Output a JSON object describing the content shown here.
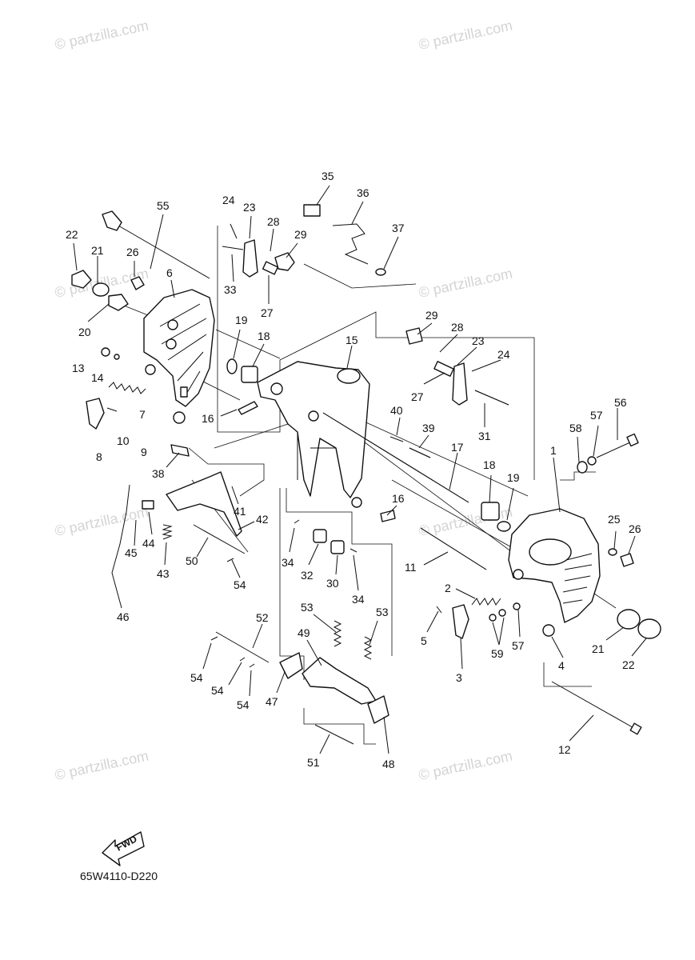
{
  "diagram": {
    "code": "65W4110-D220",
    "fwd_label": "FWD",
    "watermark": "© partzilla.com"
  },
  "callouts": [
    {
      "id": "55",
      "label": "55"
    },
    {
      "id": "22a",
      "label": "22"
    },
    {
      "id": "21a",
      "label": "21"
    },
    {
      "id": "26a",
      "label": "26"
    },
    {
      "id": "6",
      "label": "6"
    },
    {
      "id": "20",
      "label": "20"
    },
    {
      "id": "13",
      "label": "13"
    },
    {
      "id": "14",
      "label": "14"
    },
    {
      "id": "7",
      "label": "7"
    },
    {
      "id": "10",
      "label": "10"
    },
    {
      "id": "8",
      "label": "8"
    },
    {
      "id": "9",
      "label": "9"
    },
    {
      "id": "24a",
      "label": "24"
    },
    {
      "id": "23a",
      "label": "23"
    },
    {
      "id": "28a",
      "label": "28"
    },
    {
      "id": "29a",
      "label": "29"
    },
    {
      "id": "33",
      "label": "33"
    },
    {
      "id": "27a",
      "label": "27"
    },
    {
      "id": "35",
      "label": "35"
    },
    {
      "id": "36",
      "label": "36"
    },
    {
      "id": "37",
      "label": "37"
    },
    {
      "id": "19a",
      "label": "19"
    },
    {
      "id": "18a",
      "label": "18"
    },
    {
      "id": "16a",
      "label": "16"
    },
    {
      "id": "15",
      "label": "15"
    },
    {
      "id": "29b",
      "label": "29"
    },
    {
      "id": "28b",
      "label": "28"
    },
    {
      "id": "23b",
      "label": "23"
    },
    {
      "id": "24b",
      "label": "24"
    },
    {
      "id": "27b",
      "label": "27"
    },
    {
      "id": "31",
      "label": "31"
    },
    {
      "id": "40",
      "label": "40"
    },
    {
      "id": "39",
      "label": "39"
    },
    {
      "id": "17",
      "label": "17"
    },
    {
      "id": "18b",
      "label": "18"
    },
    {
      "id": "19b",
      "label": "19"
    },
    {
      "id": "1",
      "label": "1"
    },
    {
      "id": "56",
      "label": "56"
    },
    {
      "id": "58",
      "label": "58"
    },
    {
      "id": "57a",
      "label": "57"
    },
    {
      "id": "38",
      "label": "38"
    },
    {
      "id": "41",
      "label": "41"
    },
    {
      "id": "42",
      "label": "42"
    },
    {
      "id": "44",
      "label": "44"
    },
    {
      "id": "45",
      "label": "45"
    },
    {
      "id": "43",
      "label": "43"
    },
    {
      "id": "46",
      "label": "46"
    },
    {
      "id": "50",
      "label": "50"
    },
    {
      "id": "54a",
      "label": "54"
    },
    {
      "id": "34a",
      "label": "34"
    },
    {
      "id": "32",
      "label": "32"
    },
    {
      "id": "30",
      "label": "30"
    },
    {
      "id": "34b",
      "label": "34"
    },
    {
      "id": "16b",
      "label": "16"
    },
    {
      "id": "11",
      "label": "11"
    },
    {
      "id": "25",
      "label": "25"
    },
    {
      "id": "26b",
      "label": "26"
    },
    {
      "id": "2",
      "label": "2"
    },
    {
      "id": "5",
      "label": "5"
    },
    {
      "id": "3",
      "label": "3"
    },
    {
      "id": "59",
      "label": "59"
    },
    {
      "id": "57b",
      "label": "57"
    },
    {
      "id": "4",
      "label": "4"
    },
    {
      "id": "21b",
      "label": "21"
    },
    {
      "id": "22b",
      "label": "22"
    },
    {
      "id": "12",
      "label": "12"
    },
    {
      "id": "52",
      "label": "52"
    },
    {
      "id": "53a",
      "label": "53"
    },
    {
      "id": "53b",
      "label": "53"
    },
    {
      "id": "49",
      "label": "49"
    },
    {
      "id": "54b",
      "label": "54"
    },
    {
      "id": "54c",
      "label": "54"
    },
    {
      "id": "54d",
      "label": "54"
    },
    {
      "id": "47",
      "label": "47"
    },
    {
      "id": "51",
      "label": "51"
    },
    {
      "id": "48",
      "label": "48"
    }
  ]
}
